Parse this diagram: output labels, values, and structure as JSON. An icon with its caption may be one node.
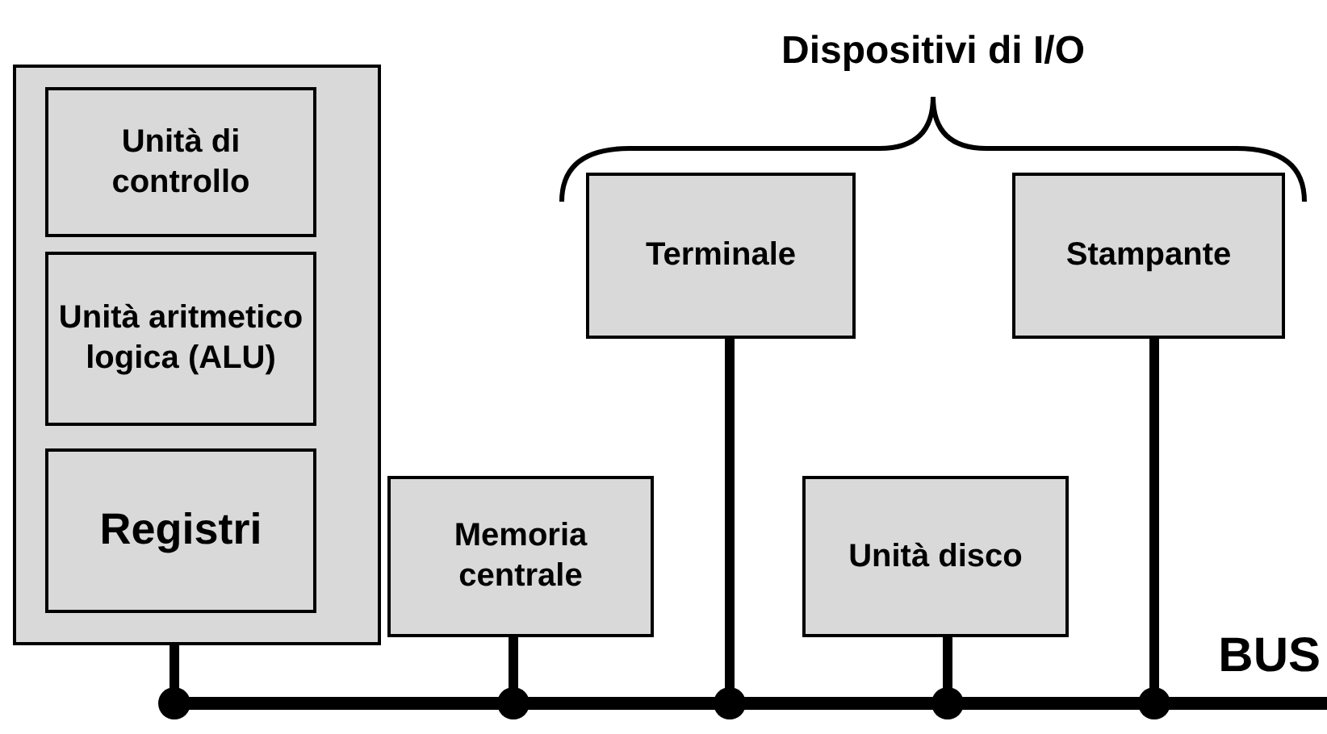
{
  "diagram": {
    "nodes": [
      {
        "text": [],
        "shape": "box"
      },
      {
        "text": [
          "Unità di controllo"
        ],
        "in": 0
      },
      {
        "text": [
          "Unità aritmetico logica (ALU)"
        ],
        "in": 0
      },
      {
        "text": [
          "Registri"
        ],
        "in": 0
      },
      {
        "text": [
          "Memoria centrale"
        ]
      },
      {
        "text": [
          "Terminale"
        ]
      },
      {
        "text": [
          "Unità disco"
        ]
      },
      {
        "text": [
          "Stampante"
        ]
      },
      {
        "text": [
          "BUS"
        ]
      }
    ],
    "edges": [
      {
        "from": 0,
        "to": 8,
        "arrow": "other"
      },
      {
        "from": 4,
        "to": 8,
        "arrow": "other"
      },
      {
        "from": 5,
        "to": 8,
        "arrow": "other"
      },
      {
        "from": 6,
        "to": 8,
        "arrow": "other"
      },
      {
        "from": 7,
        "to": 8,
        "arrow": "other"
      }
    ],
    "labels": [
      "Dispositivi di I/O"
    ]
  }
}
